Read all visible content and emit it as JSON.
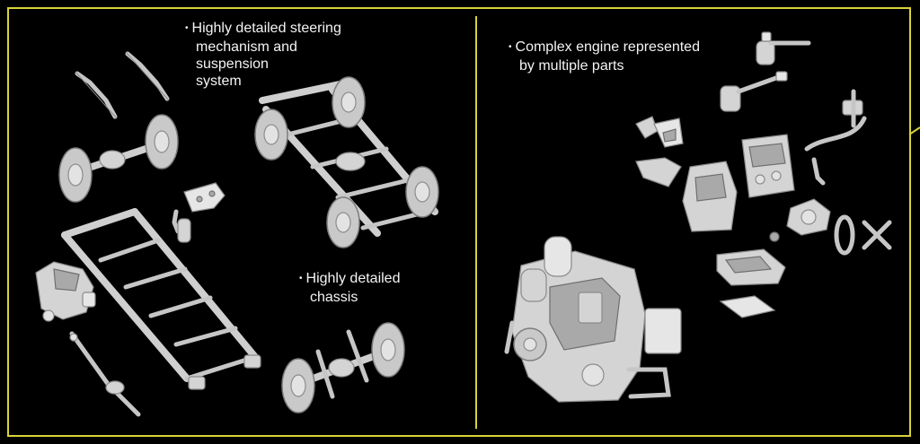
{
  "captions": {
    "steering": {
      "bullet": "•",
      "line1": "Highly detailed steering",
      "line2": "mechanism and",
      "line3": "suspension",
      "line4": "system"
    },
    "chassis": {
      "bullet": "•",
      "line1": "Highly detailed",
      "line2": "chassis"
    },
    "engine": {
      "bullet": "•",
      "line1": "Complex engine represented",
      "line2": "by multiple parts"
    }
  },
  "colors": {
    "background": "#000000",
    "border": "#d9d23a",
    "parts": "#d4d4d4",
    "text": "#f4f4f4"
  }
}
